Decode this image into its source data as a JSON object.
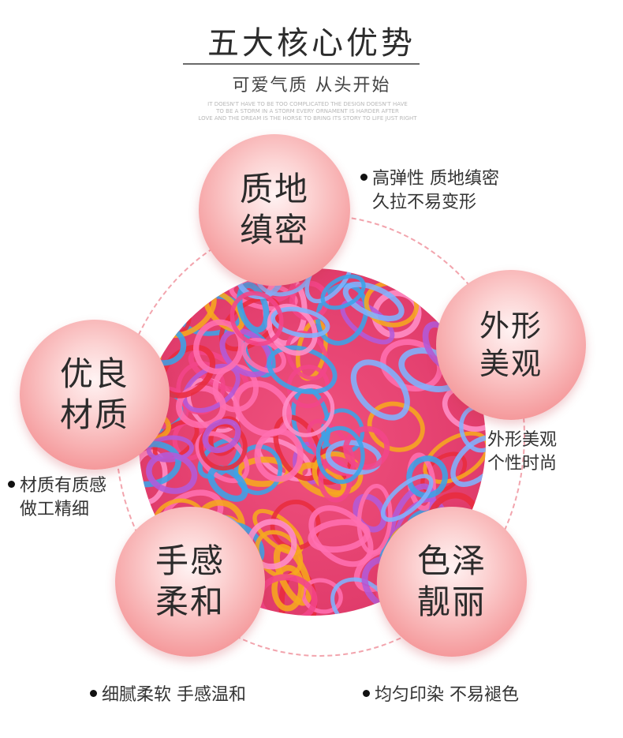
{
  "header": {
    "title": "五大核心优势",
    "subtitle": "可爱气质 从头开始",
    "english_lines": [
      "IT DOESN'T HAVE TO BE TOO COMPLICATED THE DESIGN DOESN'T HAVE",
      "TO BE A STORM IN A STORM EVERY ORNAMENT IS HARDER AFTER",
      "LOVE AND THE DREAM IS THE HORSE TO BRING ITS STORY TO LIFE JUST RIGHT"
    ]
  },
  "bubbles": [
    {
      "line1": "质地",
      "line2": "缜密"
    },
    {
      "line1": "外形",
      "line2": "美观"
    },
    {
      "line1": "优良",
      "line2": "材质"
    },
    {
      "line1": "手感",
      "line2": "柔和"
    },
    {
      "line1": "色泽",
      "line2": "靓丽"
    }
  ],
  "notes": {
    "texture": {
      "line1": "高弹性 质地缜密",
      "line2": "久拉不易变形"
    },
    "appearance": {
      "line1": "外形美观",
      "line2": "个性时尚"
    },
    "material": {
      "line1": "材质有质感",
      "line2": "做工精细"
    },
    "feel": {
      "line1": "细腻柔软 手感温和"
    },
    "color": {
      "line1": "均匀印染 不易褪色"
    }
  },
  "photo": {
    "band_colors": [
      "#f2468a",
      "#ff6fb0",
      "#3aa3e8",
      "#f6a81f",
      "#b35ad9",
      "#e82c3d",
      "#7fb3ff",
      "#ff8fc8"
    ]
  },
  "colors": {
    "ring": "#f2a4ad",
    "bubble": "#f59b9d"
  }
}
